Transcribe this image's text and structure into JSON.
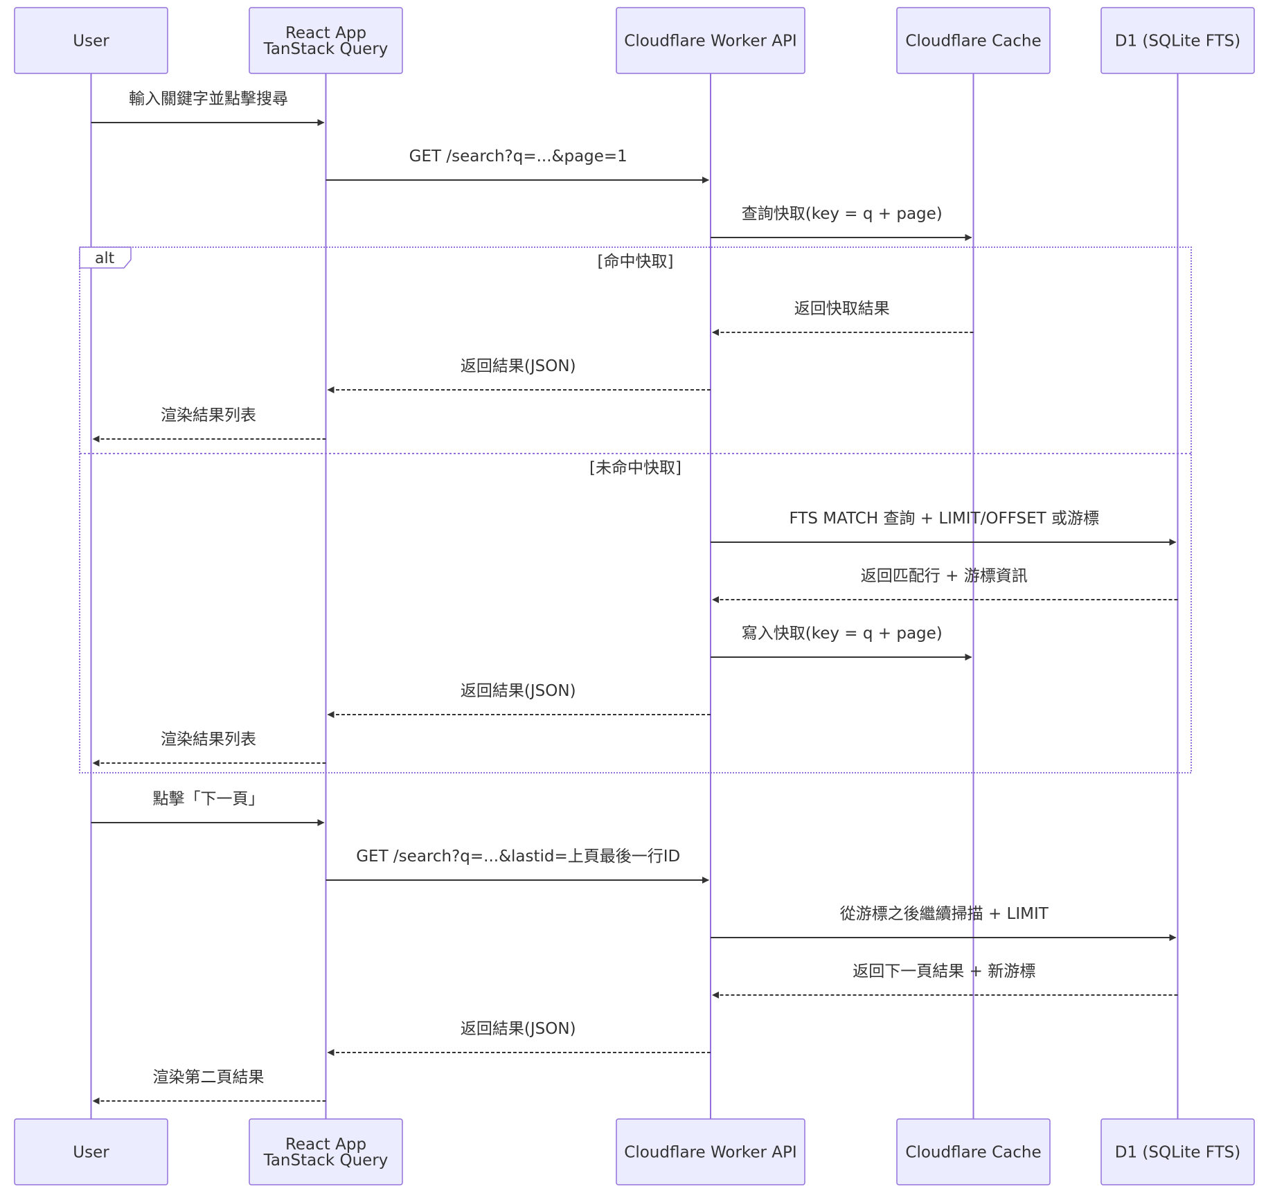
{
  "diagram_type": "sequence",
  "participants": [
    {
      "id": "user",
      "lines": [
        "User"
      ]
    },
    {
      "id": "app",
      "lines": [
        "React App",
        "TanStack Query"
      ]
    },
    {
      "id": "worker",
      "lines": [
        "Cloudflare Worker API"
      ]
    },
    {
      "id": "cache",
      "lines": [
        "Cloudflare Cache"
      ]
    },
    {
      "id": "d1",
      "lines": [
        "D1 (SQLite FTS)"
      ]
    }
  ],
  "messages": [
    {
      "from": "user",
      "to": "app",
      "text": "輸入關鍵字並點擊搜尋",
      "style": "solid"
    },
    {
      "from": "app",
      "to": "worker",
      "text": "GET /search?q=...&page=1",
      "style": "solid"
    },
    {
      "from": "worker",
      "to": "cache",
      "text": "查詢快取(key = q + page)",
      "style": "solid"
    },
    {
      "from": "cache",
      "to": "worker",
      "text": "返回快取結果",
      "style": "dashed"
    },
    {
      "from": "worker",
      "to": "app",
      "text": "返回結果(JSON)",
      "style": "dashed"
    },
    {
      "from": "app",
      "to": "user",
      "text": "渲染結果列表",
      "style": "dashed"
    },
    {
      "from": "worker",
      "to": "d1",
      "text": "FTS MATCH 查詢 + LIMIT/OFFSET 或游標",
      "style": "solid"
    },
    {
      "from": "d1",
      "to": "worker",
      "text": "返回匹配行 + 游標資訊",
      "style": "dashed"
    },
    {
      "from": "worker",
      "to": "cache",
      "text": "寫入快取(key = q + page)",
      "style": "solid"
    },
    {
      "from": "worker",
      "to": "app",
      "text": "返回結果(JSON)",
      "style": "dashed"
    },
    {
      "from": "app",
      "to": "user",
      "text": "渲染結果列表",
      "style": "dashed"
    },
    {
      "from": "user",
      "to": "app",
      "text": "點擊「下一頁」",
      "style": "solid"
    },
    {
      "from": "app",
      "to": "worker",
      "text": "GET /search?q=...&lastid=上頁最後一行ID",
      "style": "solid"
    },
    {
      "from": "worker",
      "to": "d1",
      "text": "從游標之後繼續掃描 + LIMIT",
      "style": "solid"
    },
    {
      "from": "d1",
      "to": "worker",
      "text": "返回下一頁結果 + 新游標",
      "style": "dashed"
    },
    {
      "from": "worker",
      "to": "app",
      "text": "返回結果(JSON)",
      "style": "dashed"
    },
    {
      "from": "app",
      "to": "user",
      "text": "渲染第二頁結果",
      "style": "dashed"
    }
  ],
  "alt_frame": {
    "label": "alt",
    "sections": [
      {
        "condition": "[命中快取]"
      },
      {
        "condition": "[未命中快取]"
      }
    ]
  },
  "colors": {
    "actor_fill": "#ECECFF",
    "actor_border": "#9370DB",
    "lifeline": "#9370DB",
    "message_line": "#333333",
    "text": "#333333",
    "frame_border": "#9370DB"
  }
}
